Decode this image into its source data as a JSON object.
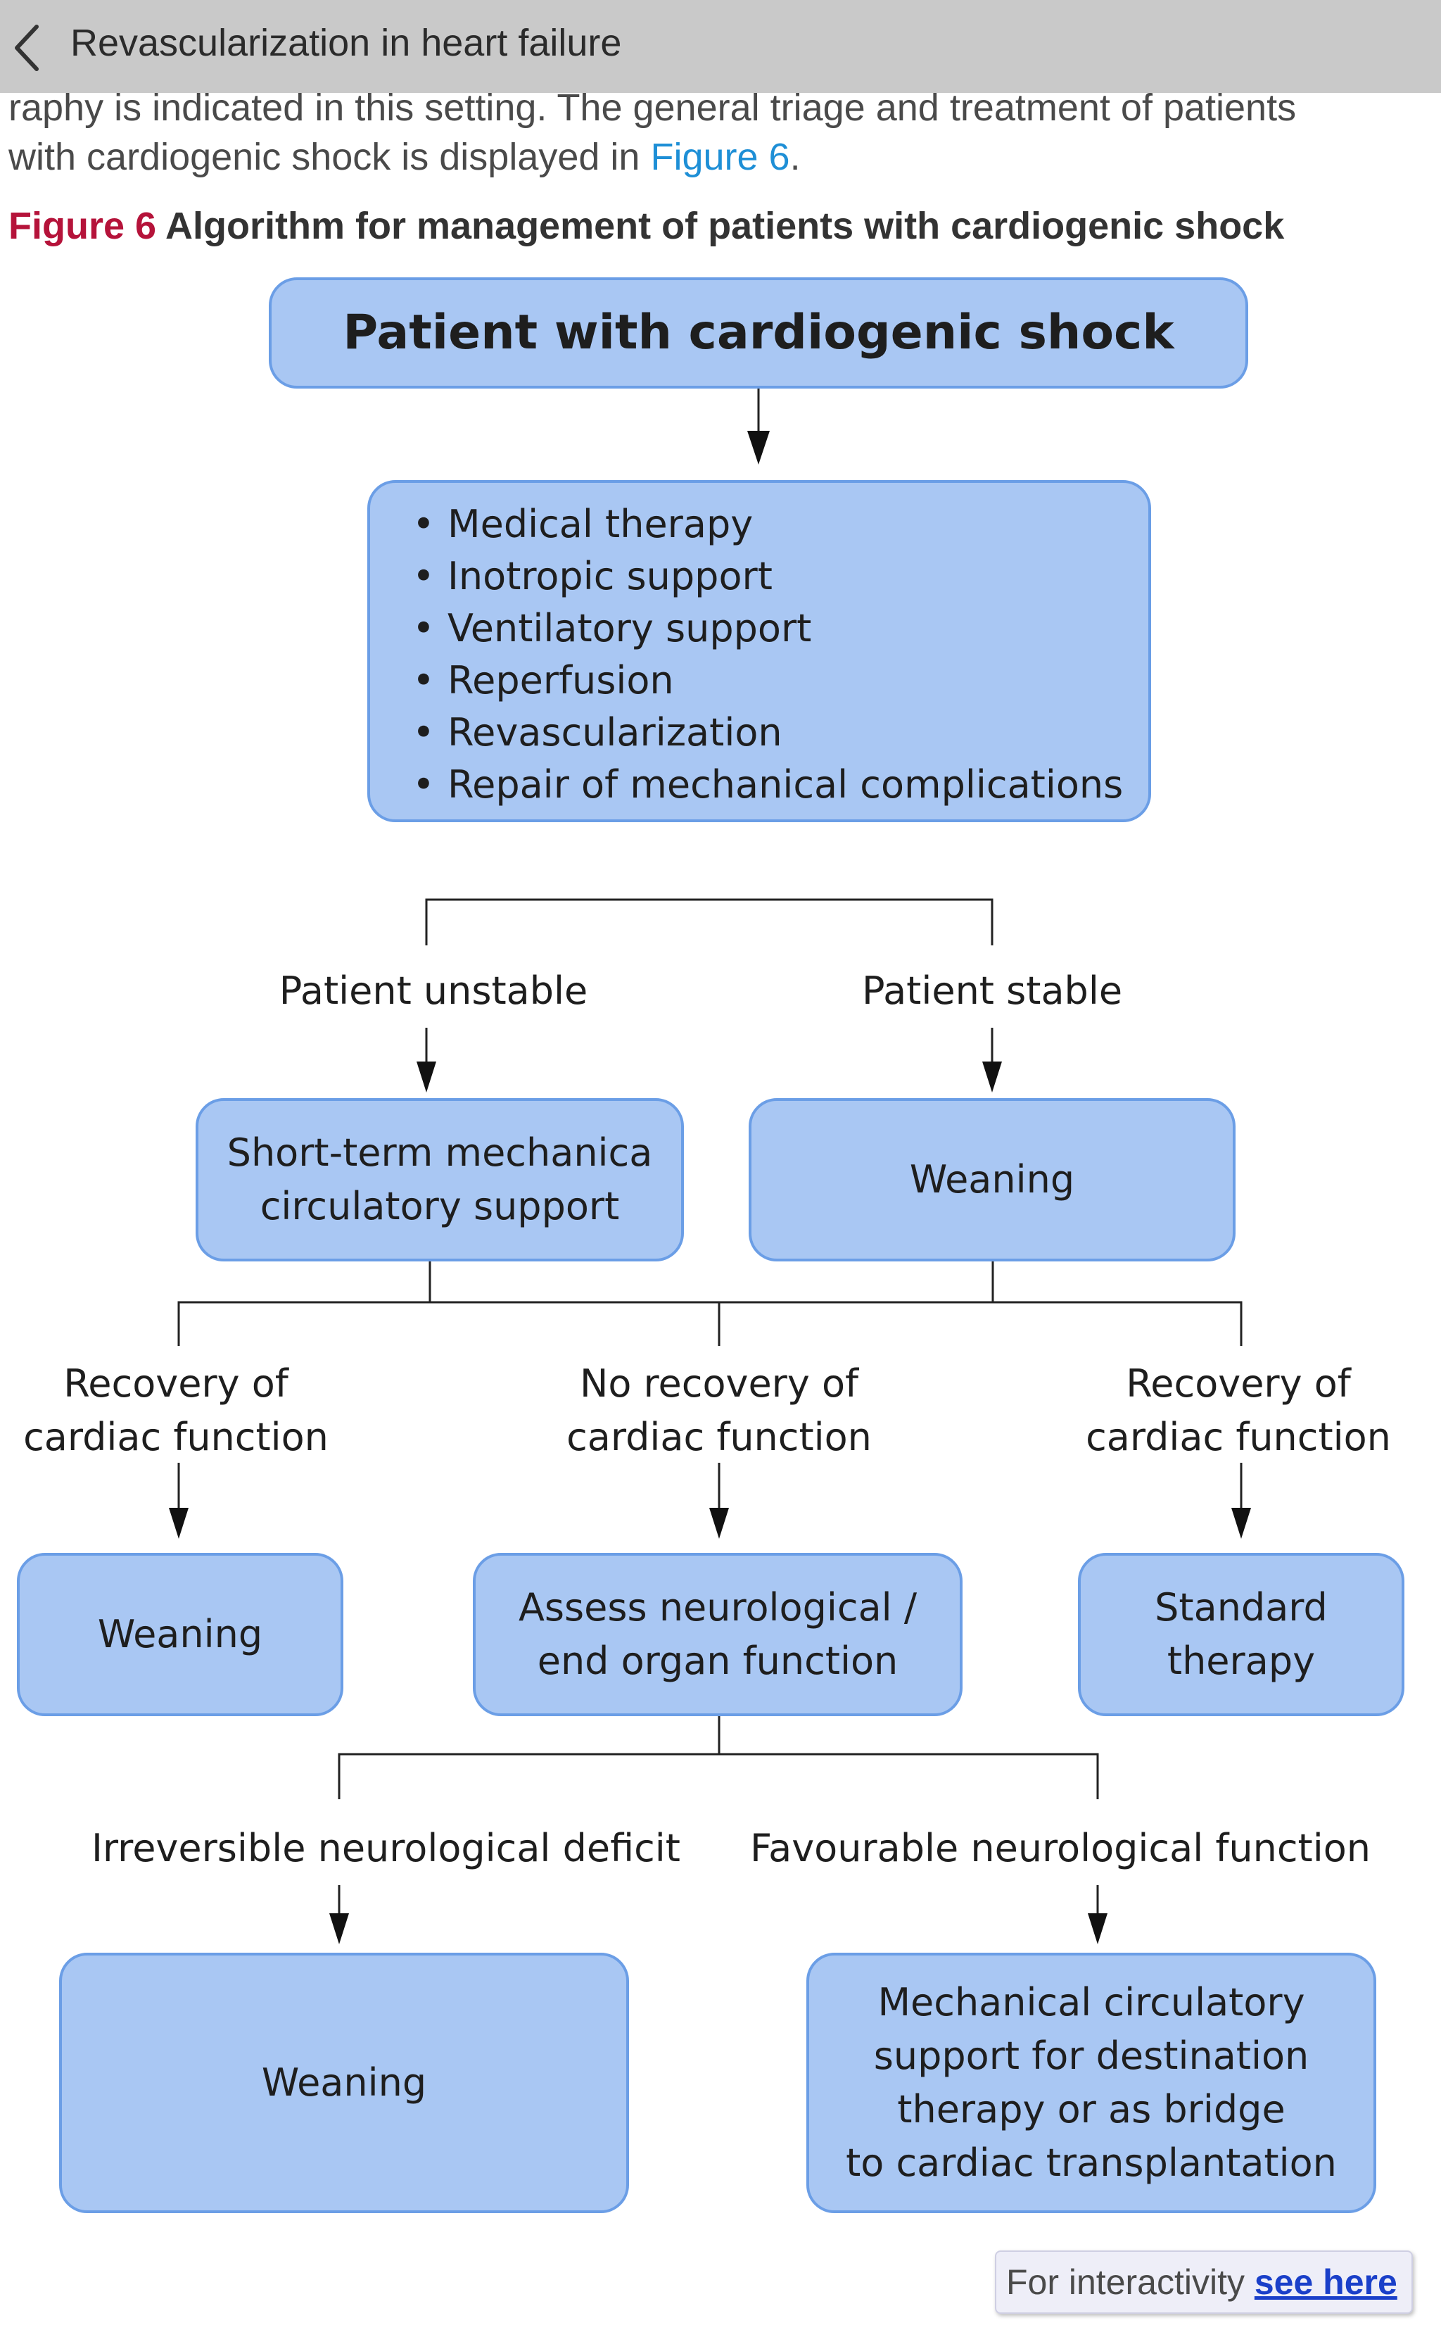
{
  "header": {
    "title": "Revascularization in heart failure",
    "back_icon": "chevron-left-icon"
  },
  "intro": {
    "line1": "raphy is indicated in this setting. The general triage and treatment of patients",
    "line2_prefix": "with cardiogenic shock is displayed in ",
    "line2_link": "Figure 6",
    "line2_suffix": "."
  },
  "figure": {
    "label": "Figure 6",
    "caption": " Algorithm for management of patients with cardiogenic shock"
  },
  "flowchart": {
    "start": "Patient with cardiogenic shock",
    "treatments": [
      "Medical therapy",
      "Inotropic support",
      "Ventilatory support",
      "Reperfusion",
      "Revascularization",
      "Repair of mechanical complications"
    ],
    "branch_unstable": "Patient unstable",
    "branch_stable": "Patient stable",
    "mcs_line1": "Short-term mechanica",
    "mcs_line2": "circulatory support",
    "weaning_stable": "Weaning",
    "recovery_left_line1": "Recovery of",
    "recovery_left_line2": "cardiac function",
    "no_recovery_line1": "No recovery of",
    "no_recovery_line2": "cardiac function",
    "recovery_right_line1": "Recovery of",
    "recovery_right_line2": "cardiac function",
    "weaning_left": "Weaning",
    "assess_line1": "Assess neurological /",
    "assess_line2": "end organ function",
    "standard_line1": "Standard",
    "standard_line2": "therapy",
    "irreversible": "Irreversible neurological deficit",
    "favourable": "Favourable neurological function",
    "weaning_bottom": "Weaning",
    "mcs_dest_line1": "Mechanical circulatory",
    "mcs_dest_line2": "support for destination",
    "mcs_dest_line3": "therapy or as bridge",
    "mcs_dest_line4": "to cardiac transplantation"
  },
  "footer": {
    "prefix": "For interactivity ",
    "link": "see here"
  },
  "colors": {
    "box_fill": "#a9c7f3",
    "box_border": "#6b9ee6",
    "figure_label": "#b5133a",
    "link": "#1e8fd6",
    "topbar": "#c9c9c9"
  }
}
